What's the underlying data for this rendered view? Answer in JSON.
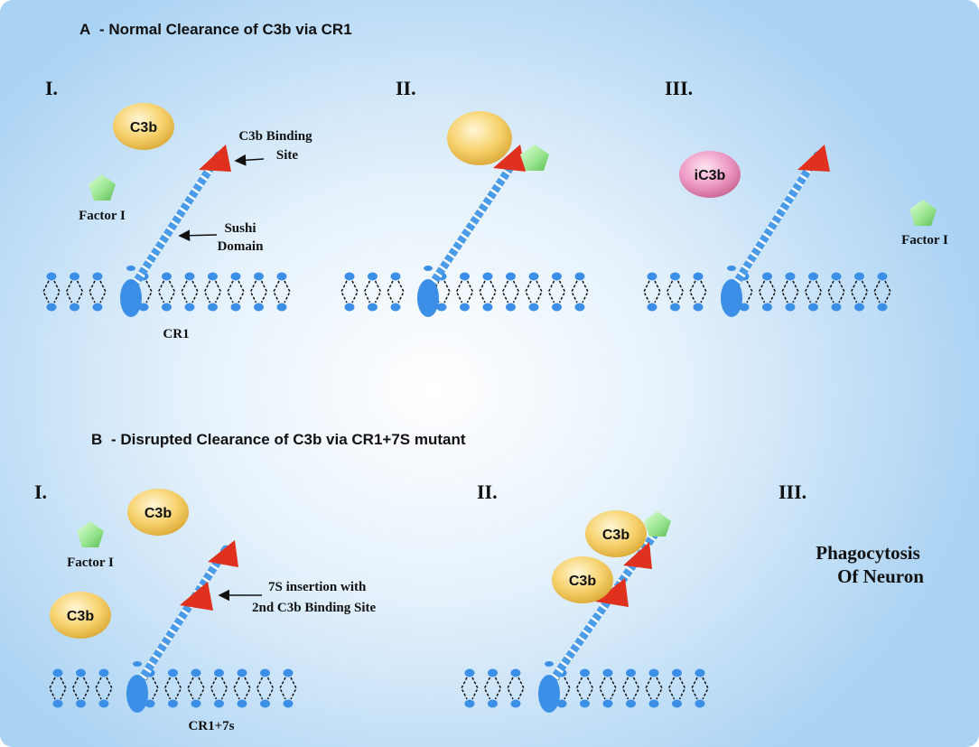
{
  "panel_a": {
    "letter": "A",
    "title": "- Normal Clearance of C3b via CR1",
    "steps": [
      "I.",
      "II.",
      "III."
    ],
    "c3b": "C3b",
    "factor_i": "Factor I",
    "binding_site_line1": "C3b Binding",
    "binding_site_line2": "Site",
    "sushi_line1": "Sushi",
    "sushi_line2": "Domain",
    "receptor": "CR1",
    "ic3b": "iC3b",
    "factor_i_iii": "Factor I"
  },
  "panel_b": {
    "letter": "B",
    "title": "- Disrupted Clearance of C3b via CR1+7S mutant",
    "steps": [
      "I.",
      "II.",
      "III."
    ],
    "c3b_top": "C3b",
    "c3b_bottom": "C3b",
    "factor_i": "Factor I",
    "insertion_line1": "7S insertion with",
    "insertion_line2": "2nd C3b Binding Site",
    "receptor": "CR1+7s",
    "c3b_ii_top": "C3b",
    "c3b_ii_bottom": "C3b",
    "outcome_line1": "Phagocytosis",
    "outcome_line2": "Of Neuron"
  },
  "colors": {
    "membrane": "#3b8fe6",
    "receptor_stalk": "#4a9be8",
    "binding_site": "#e0311f",
    "c3b": "#f2c85a",
    "ic3b": "#e98fbd",
    "factor_i": "#8fe08a"
  }
}
